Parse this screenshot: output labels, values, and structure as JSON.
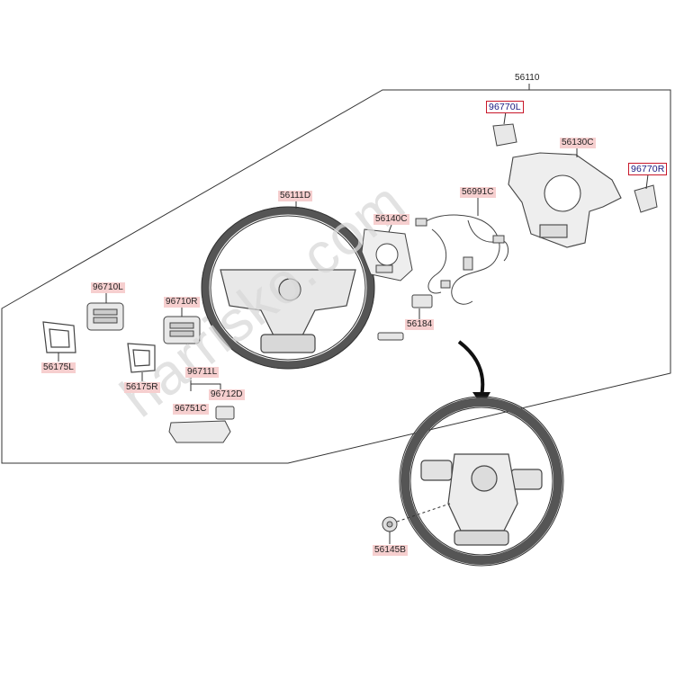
{
  "watermark": "harrisko.com",
  "colors": {
    "label_bg": "#f6cfcf",
    "boxed_border": "#c8182a",
    "line": "#333333"
  },
  "labels": {
    "p56110": "56110",
    "p96770L": "96770L",
    "p56130C": "56130C",
    "p96770R": "96770R",
    "p56991C": "56991C",
    "p56111D": "56111D",
    "p56140C": "56140C",
    "p96710L": "96710L",
    "p96710R": "96710R",
    "p56184": "56184",
    "p56175L": "56175L",
    "p56175R": "56175R",
    "p96711L": "96711L",
    "p96712D": "96712D",
    "p96751C": "96751C",
    "p56145B": "56145B"
  }
}
